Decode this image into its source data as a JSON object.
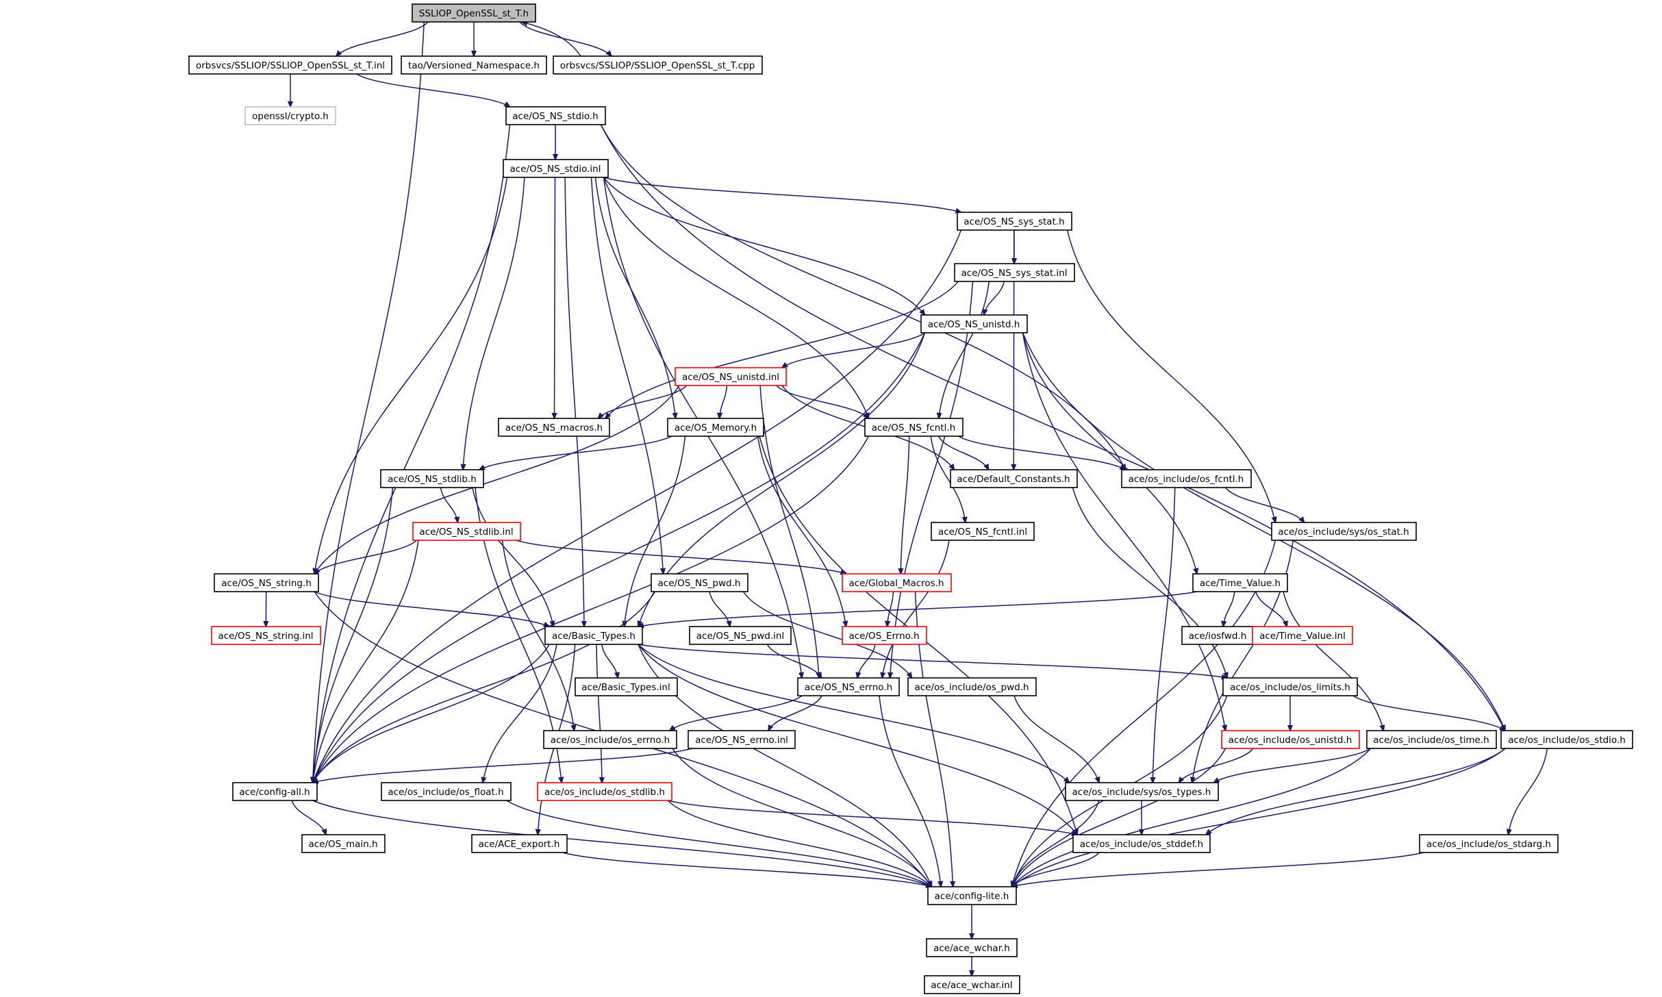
{
  "diagram": {
    "colors": {
      "edge": "#191970",
      "border_default": "#000000",
      "border_red": "#ff0000",
      "border_grey": "#bfbfbf",
      "fill_root": "#bfbfbf",
      "fill_default": "#ffffff",
      "text": "#000000"
    },
    "nodes": [
      {
        "id": "root",
        "label": "SSLIOP_OpenSSL_st_T.h",
        "style": "root"
      },
      {
        "id": "inl",
        "label": "orbsvcs/SSLIOP/SSLIOP_OpenSSL_st_T.inl",
        "style": "normal"
      },
      {
        "id": "vns",
        "label": "tao/Versioned_Namespace.h",
        "style": "normal"
      },
      {
        "id": "cpp",
        "label": "orbsvcs/SSLIOP/SSLIOP_OpenSSL_st_T.cpp",
        "style": "normal"
      },
      {
        "id": "crypto",
        "label": "openssl/crypto.h",
        "style": "grey"
      },
      {
        "id": "stdio_h",
        "label": "ace/OS_NS_stdio.h",
        "style": "normal"
      },
      {
        "id": "stdio_inl",
        "label": "ace/OS_NS_stdio.inl",
        "style": "normal"
      },
      {
        "id": "sysstat_h",
        "label": "ace/OS_NS_sys_stat.h",
        "style": "normal"
      },
      {
        "id": "sysstat_inl",
        "label": "ace/OS_NS_sys_stat.inl",
        "style": "normal"
      },
      {
        "id": "unistd_h",
        "label": "ace/OS_NS_unistd.h",
        "style": "normal"
      },
      {
        "id": "unistd_inl",
        "label": "ace/OS_NS_unistd.inl",
        "style": "red"
      },
      {
        "id": "macros",
        "label": "ace/OS_NS_macros.h",
        "style": "normal"
      },
      {
        "id": "memory",
        "label": "ace/OS_Memory.h",
        "style": "normal"
      },
      {
        "id": "fcntl_h",
        "label": "ace/OS_NS_fcntl.h",
        "style": "normal"
      },
      {
        "id": "stdlib_h",
        "label": "ace/OS_NS_stdlib.h",
        "style": "normal"
      },
      {
        "id": "defconst",
        "label": "ace/Default_Constants.h",
        "style": "normal"
      },
      {
        "id": "osfcntl",
        "label": "ace/os_include/os_fcntl.h",
        "style": "normal"
      },
      {
        "id": "stdlib_inl",
        "label": "ace/OS_NS_stdlib.inl",
        "style": "red"
      },
      {
        "id": "fcntl_inl",
        "label": "ace/OS_NS_fcntl.inl",
        "style": "normal"
      },
      {
        "id": "osstat",
        "label": "ace/os_include/sys/os_stat.h",
        "style": "normal"
      },
      {
        "id": "string_h",
        "label": "ace/OS_NS_string.h",
        "style": "normal"
      },
      {
        "id": "pwd_h",
        "label": "ace/OS_NS_pwd.h",
        "style": "normal"
      },
      {
        "id": "globmac",
        "label": "ace/Global_Macros.h",
        "style": "red"
      },
      {
        "id": "timeval",
        "label": "ace/Time_Value.h",
        "style": "normal"
      },
      {
        "id": "string_inl",
        "label": "ace/OS_NS_string.inl",
        "style": "red"
      },
      {
        "id": "basic_h",
        "label": "ace/Basic_Types.h",
        "style": "normal"
      },
      {
        "id": "pwd_inl",
        "label": "ace/OS_NS_pwd.inl",
        "style": "normal"
      },
      {
        "id": "errno_ace",
        "label": "ace/OS_Errno.h",
        "style": "red"
      },
      {
        "id": "iosfwd",
        "label": "ace/iosfwd.h",
        "style": "normal"
      },
      {
        "id": "timeval_inl",
        "label": "ace/Time_Value.inl",
        "style": "red"
      },
      {
        "id": "basic_inl",
        "label": "ace/Basic_Types.inl",
        "style": "normal"
      },
      {
        "id": "errno_h",
        "label": "ace/OS_NS_errno.h",
        "style": "normal"
      },
      {
        "id": "ospwd",
        "label": "ace/os_include/os_pwd.h",
        "style": "normal"
      },
      {
        "id": "oslimits",
        "label": "ace/os_include/os_limits.h",
        "style": "normal"
      },
      {
        "id": "oserrno",
        "label": "ace/os_include/os_errno.h",
        "style": "normal"
      },
      {
        "id": "errno_inl",
        "label": "ace/OS_NS_errno.inl",
        "style": "normal"
      },
      {
        "id": "osunistd",
        "label": "ace/os_include/os_unistd.h",
        "style": "red"
      },
      {
        "id": "ostime",
        "label": "ace/os_include/os_time.h",
        "style": "normal"
      },
      {
        "id": "osstdio",
        "label": "ace/os_include/os_stdio.h",
        "style": "normal"
      },
      {
        "id": "configall",
        "label": "ace/config-all.h",
        "style": "normal"
      },
      {
        "id": "osfloat",
        "label": "ace/os_include/os_float.h",
        "style": "normal"
      },
      {
        "id": "osstdlib",
        "label": "ace/os_include/os_stdlib.h",
        "style": "red"
      },
      {
        "id": "ostypes",
        "label": "ace/os_include/sys/os_types.h",
        "style": "normal"
      },
      {
        "id": "osmain",
        "label": "ace/OS_main.h",
        "style": "normal"
      },
      {
        "id": "aceexport",
        "label": "ace/ACE_export.h",
        "style": "normal"
      },
      {
        "id": "osstddef",
        "label": "ace/os_include/os_stddef.h",
        "style": "normal"
      },
      {
        "id": "osstdarg",
        "label": "ace/os_include/os_stdarg.h",
        "style": "normal"
      },
      {
        "id": "configlite",
        "label": "ace/config-lite.h",
        "style": "normal"
      },
      {
        "id": "wchar_h",
        "label": "ace/ace_wchar.h",
        "style": "normal"
      },
      {
        "id": "wchar_inl",
        "label": "ace/ace_wchar.inl",
        "style": "normal"
      }
    ],
    "edges": [
      [
        "root",
        "inl"
      ],
      [
        "root",
        "vns"
      ],
      [
        "root",
        "cpp"
      ],
      [
        "root",
        "configall"
      ],
      [
        "cpp",
        "root"
      ],
      [
        "inl",
        "crypto"
      ],
      [
        "inl",
        "stdio_h"
      ],
      [
        "stdio_h",
        "stdio_inl"
      ],
      [
        "stdio_h",
        "configall"
      ],
      [
        "stdio_h",
        "osfcntl"
      ],
      [
        "stdio_h",
        "osstdio"
      ],
      [
        "stdio_inl",
        "sysstat_h"
      ],
      [
        "stdio_inl",
        "unistd_h"
      ],
      [
        "stdio_inl",
        "macros"
      ],
      [
        "stdio_inl",
        "memory"
      ],
      [
        "stdio_inl",
        "fcntl_h"
      ],
      [
        "stdio_inl",
        "stdlib_h"
      ],
      [
        "stdio_inl",
        "string_h"
      ],
      [
        "stdio_inl",
        "pwd_h"
      ],
      [
        "stdio_inl",
        "errno_h"
      ],
      [
        "stdio_inl",
        "basic_h"
      ],
      [
        "sysstat_h",
        "sysstat_inl"
      ],
      [
        "sysstat_h",
        "configall"
      ],
      [
        "sysstat_h",
        "defconst"
      ],
      [
        "sysstat_h",
        "osstat"
      ],
      [
        "sysstat_inl",
        "unistd_h"
      ],
      [
        "sysstat_inl",
        "fcntl_h"
      ],
      [
        "sysstat_inl",
        "macros"
      ],
      [
        "sysstat_inl",
        "errno_h"
      ],
      [
        "unistd_h",
        "unistd_inl"
      ],
      [
        "unistd_h",
        "timeval"
      ],
      [
        "unistd_h",
        "basic_h"
      ],
      [
        "unistd_h",
        "configall"
      ],
      [
        "unistd_h",
        "osunistd"
      ],
      [
        "unistd_h",
        "osstdio"
      ],
      [
        "unistd_inl",
        "macros"
      ],
      [
        "unistd_inl",
        "memory"
      ],
      [
        "unistd_inl",
        "fcntl_h"
      ],
      [
        "unistd_inl",
        "defconst"
      ],
      [
        "unistd_inl",
        "string_h"
      ],
      [
        "unistd_inl",
        "errno_h"
      ],
      [
        "memory",
        "stdlib_h"
      ],
      [
        "memory",
        "basic_h"
      ],
      [
        "memory",
        "errno_ace"
      ],
      [
        "memory",
        "osstddef"
      ],
      [
        "fcntl_h",
        "defconst"
      ],
      [
        "fcntl_h",
        "osfcntl"
      ],
      [
        "fcntl_h",
        "fcntl_inl"
      ],
      [
        "fcntl_h",
        "globmac"
      ],
      [
        "fcntl_h",
        "configall"
      ],
      [
        "stdlib_h",
        "stdlib_inl"
      ],
      [
        "stdlib_h",
        "basic_h"
      ],
      [
        "stdlib_h",
        "configall"
      ],
      [
        "stdlib_h",
        "osstdlib"
      ],
      [
        "defconst",
        "oslimits"
      ],
      [
        "osfcntl",
        "osstat"
      ],
      [
        "osfcntl",
        "ostypes"
      ],
      [
        "stdlib_inl",
        "string_h"
      ],
      [
        "stdlib_inl",
        "globmac"
      ],
      [
        "stdlib_inl",
        "configall"
      ],
      [
        "stdlib_inl",
        "oserrno"
      ],
      [
        "fcntl_inl",
        "errno_h"
      ],
      [
        "osstat",
        "ostypes"
      ],
      [
        "osstat",
        "configlite"
      ],
      [
        "string_h",
        "string_inl"
      ],
      [
        "string_h",
        "basic_h"
      ],
      [
        "string_h",
        "configlite"
      ],
      [
        "pwd_h",
        "pwd_inl"
      ],
      [
        "pwd_h",
        "ospwd"
      ],
      [
        "pwd_h",
        "configall"
      ],
      [
        "globmac",
        "errno_ace"
      ],
      [
        "globmac",
        "configlite"
      ],
      [
        "timeval",
        "basic_h"
      ],
      [
        "timeval",
        "iosfwd"
      ],
      [
        "timeval",
        "timeval_inl"
      ],
      [
        "timeval",
        "ostime"
      ],
      [
        "basic_h",
        "basic_inl"
      ],
      [
        "basic_h",
        "oslimits"
      ],
      [
        "basic_h",
        "configall"
      ],
      [
        "basic_h",
        "osfloat"
      ],
      [
        "basic_h",
        "aceexport"
      ],
      [
        "basic_h",
        "osstdlib"
      ],
      [
        "basic_h",
        "ostypes"
      ],
      [
        "basic_h",
        "osstddef"
      ],
      [
        "basic_h",
        "configlite"
      ],
      [
        "pwd_inl",
        "errno_h"
      ],
      [
        "errno_ace",
        "errno_h"
      ],
      [
        "errno_h",
        "oserrno"
      ],
      [
        "errno_h",
        "errno_inl"
      ],
      [
        "errno_h",
        "configlite"
      ],
      [
        "ospwd",
        "ostypes"
      ],
      [
        "oslimits",
        "osunistd"
      ],
      [
        "oslimits",
        "osstdio"
      ],
      [
        "oslimits",
        "configlite"
      ],
      [
        "oserrno",
        "configlite"
      ],
      [
        "errno_inl",
        "configall"
      ],
      [
        "osunistd",
        "ostypes"
      ],
      [
        "osunistd",
        "configlite"
      ],
      [
        "ostime",
        "ostypes"
      ],
      [
        "ostime",
        "configlite"
      ],
      [
        "osstdio",
        "osstdarg"
      ],
      [
        "osstdio",
        "osstddef"
      ],
      [
        "osstdio",
        "configlite"
      ],
      [
        "configall",
        "osmain"
      ],
      [
        "configall",
        "configlite"
      ],
      [
        "osfloat",
        "configlite"
      ],
      [
        "osstdlib",
        "osstddef"
      ],
      [
        "osstdlib",
        "configlite"
      ],
      [
        "ostypes",
        "osstddef"
      ],
      [
        "ostypes",
        "configlite"
      ],
      [
        "aceexport",
        "configlite"
      ],
      [
        "osstddef",
        "configlite"
      ],
      [
        "osstdarg",
        "configlite"
      ],
      [
        "configlite",
        "wchar_h"
      ],
      [
        "wchar_h",
        "wchar_inl"
      ]
    ]
  }
}
